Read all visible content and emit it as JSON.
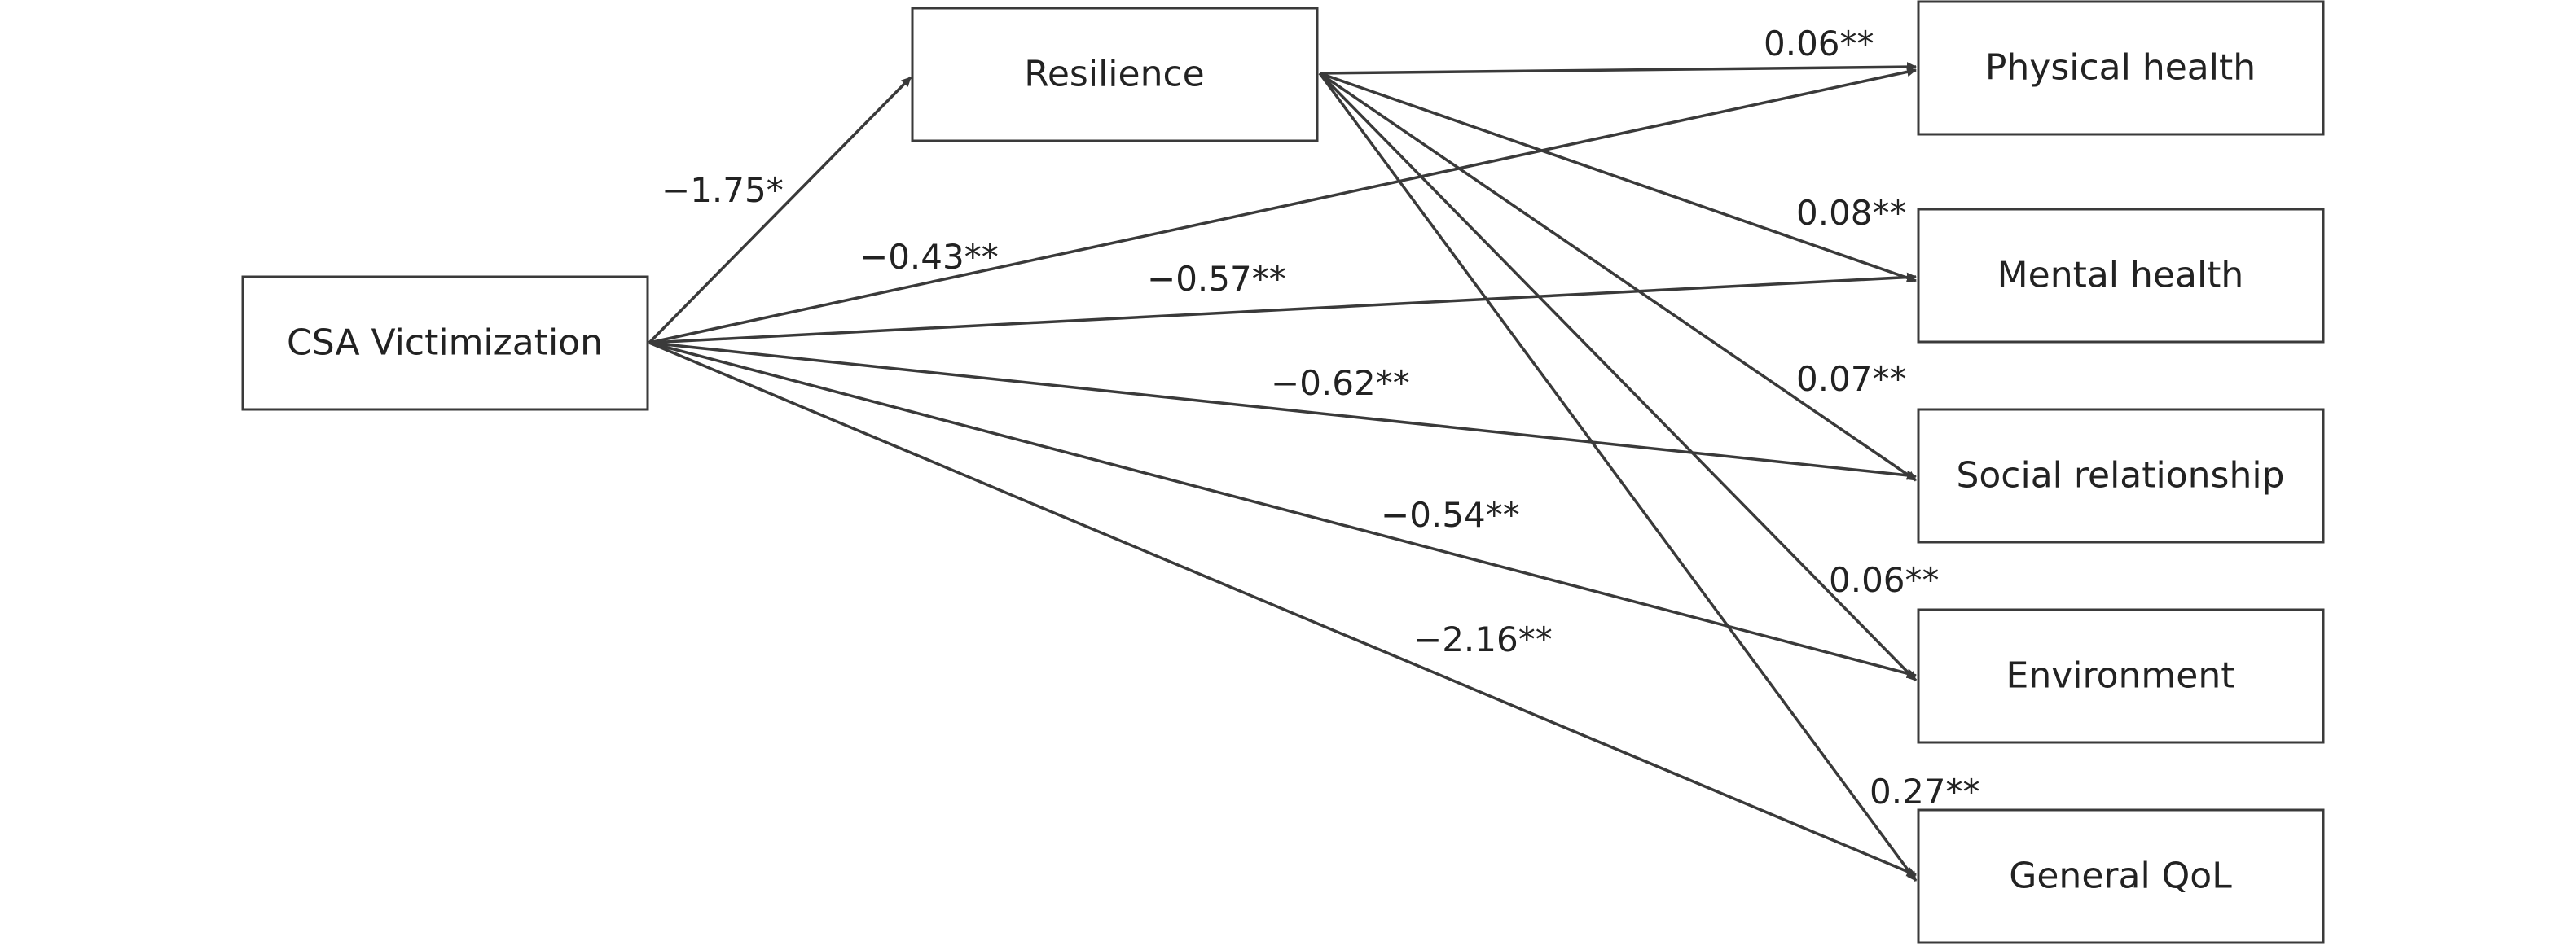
{
  "nodes": {
    "csa": "CSA Victimization",
    "resilience": "Resilience",
    "physical": "Physical health",
    "mental": "Mental health",
    "social": "Social relationship",
    "environment": "Environment",
    "general": "General QoL"
  },
  "paths": {
    "csa_resilience": "−1.75*",
    "csa_physical": "−0.43**",
    "csa_mental": "−0.57**",
    "csa_social": "−0.62**",
    "csa_environment": "−0.54**",
    "csa_general": "−2.16**",
    "res_physical": "0.06**",
    "res_mental": "0.08**",
    "res_social": "0.07**",
    "res_environment": "0.06**",
    "res_general": "0.27**"
  },
  "colors": {
    "line": "#3a3a3a",
    "text": "#222222",
    "background": "#ffffff"
  }
}
